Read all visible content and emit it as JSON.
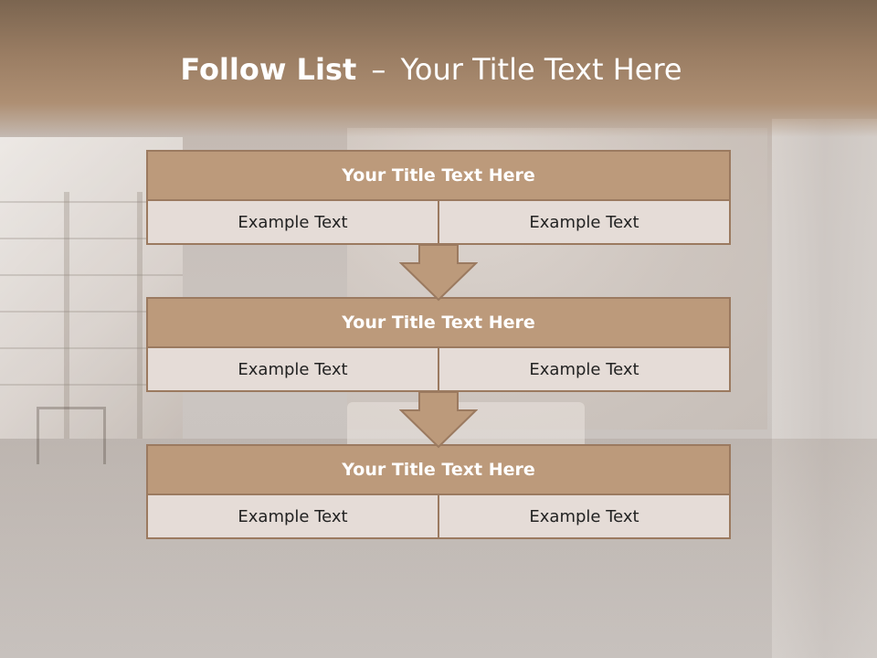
{
  "slide": {
    "title_bold": "Follow List",
    "title_separator": "–",
    "title_rest": "Your Title Text Here"
  },
  "blocks": [
    {
      "title": "Your Title Text Here",
      "left": "Example Text",
      "right": "Example Text"
    },
    {
      "title": "Your Title Text Here",
      "left": "Example Text",
      "right": "Example Text"
    },
    {
      "title": "Your Title Text Here",
      "left": "Example Text",
      "right": "Example Text"
    }
  ],
  "colors": {
    "header": "#9a7d63",
    "block_title": "#bc9a7b",
    "block_cell": "#e5dcd7",
    "border": "#9b7a60"
  }
}
